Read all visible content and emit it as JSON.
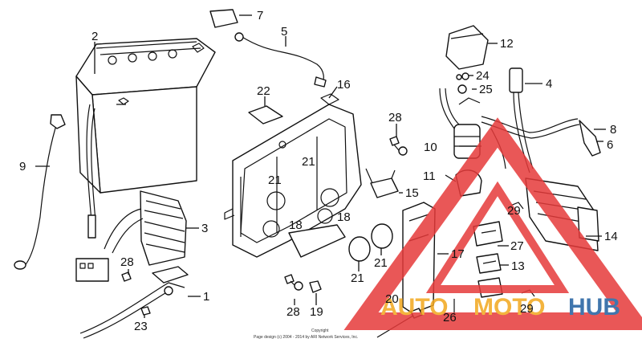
{
  "callouts": {
    "c1": "1",
    "c2": "2",
    "c3": "3",
    "c4": "4",
    "c5": "5",
    "c6": "6",
    "c7": "7",
    "c8": "8",
    "c9": "9",
    "c10": "10",
    "c11": "11",
    "c12": "12",
    "c13": "13",
    "c14": "14",
    "c15": "15",
    "c16": "16",
    "c17": "17",
    "c18a": "18",
    "c18b": "18",
    "c19": "19",
    "c20": "20",
    "c21a": "21",
    "c21b": "21",
    "c21c": "21",
    "c21d": "21",
    "c22": "22",
    "c23": "23",
    "c24": "24",
    "c25": "25",
    "c26": "26",
    "c27": "27",
    "c28a": "28",
    "c28b": "28",
    "c28c": "28",
    "c29a": "29",
    "c29b": "29"
  },
  "copyright": {
    "line1": "Copyright",
    "line2": "Page design (c) 2004 - 2014 by ARI Network Services, Inc."
  },
  "watermark": {
    "part1": "AUTO",
    "part2": "MOTO",
    "part3": "HUB",
    "color_orange": "#f2a71d",
    "color_blue": "#1f5f9f",
    "color_red": "#e63a3a"
  }
}
